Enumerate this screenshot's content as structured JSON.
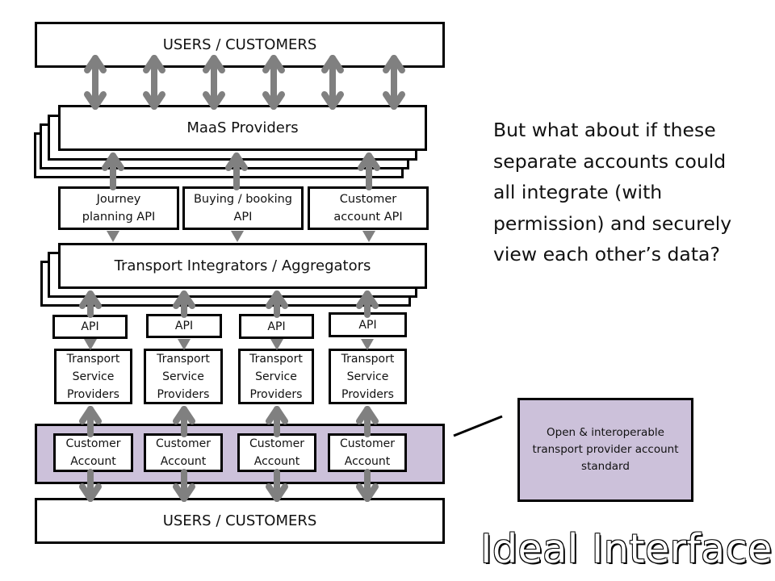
{
  "diagram": {
    "top_users": "USERS / CUSTOMERS",
    "maas": "MaaS Providers",
    "apis": [
      {
        "line1": "Journey",
        "line2": "planning API"
      },
      {
        "line1": "Buying / booking",
        "line2": "API"
      },
      {
        "line1": "Customer",
        "line2": "account API"
      }
    ],
    "integrators": "Transport Integrators / Aggregators",
    "provider_columns": [
      {
        "api": "API",
        "tsp": [
          "Transport",
          "Service",
          "Providers"
        ],
        "account": [
          "Customer",
          "Account"
        ]
      },
      {
        "api": "API",
        "tsp": [
          "Transport",
          "Service",
          "Providers"
        ],
        "account": [
          "Customer",
          "Account"
        ]
      },
      {
        "api": "API",
        "tsp": [
          "Transport",
          "Service",
          "Providers"
        ],
        "account": [
          "Customer",
          "Account"
        ]
      },
      {
        "api": "API",
        "tsp": [
          "Transport",
          "Service",
          "Providers"
        ],
        "account": [
          "Customer",
          "Account"
        ]
      }
    ],
    "bottom_users": "USERS / CUSTOMERS"
  },
  "question": "But what about if these separate accounts could all integrate (with permission) and securely view each other’s data?",
  "callout": "Open & interoperable transport provider account standard",
  "brand": "Ideal Interface",
  "colors": {
    "arrow": "#808080",
    "highlight": "#ccc1da",
    "border": "#000000"
  }
}
